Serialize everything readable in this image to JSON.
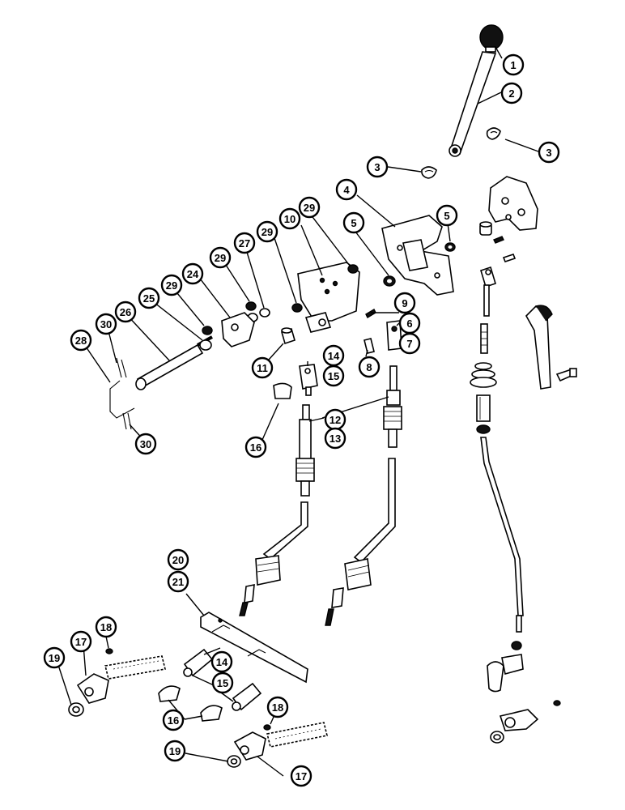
{
  "callouts": [
    {
      "id": "c1",
      "label": "1"
    },
    {
      "id": "c2",
      "label": "2"
    },
    {
      "id": "c3a",
      "label": "3"
    },
    {
      "id": "c3b",
      "label": "3"
    },
    {
      "id": "c4",
      "label": "4"
    },
    {
      "id": "c5a",
      "label": "5"
    },
    {
      "id": "c5b",
      "label": "5"
    },
    {
      "id": "c6",
      "label": "6"
    },
    {
      "id": "c7",
      "label": "7"
    },
    {
      "id": "c8",
      "label": "8"
    },
    {
      "id": "c9",
      "label": "9"
    },
    {
      "id": "c10",
      "label": "10"
    },
    {
      "id": "c11",
      "label": "11"
    },
    {
      "id": "c12",
      "label": "12"
    },
    {
      "id": "c13",
      "label": "13"
    },
    {
      "id": "c14a",
      "label": "14"
    },
    {
      "id": "c15a",
      "label": "15"
    },
    {
      "id": "c16a",
      "label": "16"
    },
    {
      "id": "c14b",
      "label": "14"
    },
    {
      "id": "c15b",
      "label": "15"
    },
    {
      "id": "c16b",
      "label": "16"
    },
    {
      "id": "c17a",
      "label": "17"
    },
    {
      "id": "c17b",
      "label": "17"
    },
    {
      "id": "c18a",
      "label": "18"
    },
    {
      "id": "c18b",
      "label": "18"
    },
    {
      "id": "c19a",
      "label": "19"
    },
    {
      "id": "c19b",
      "label": "19"
    },
    {
      "id": "c20",
      "label": "20"
    },
    {
      "id": "c21",
      "label": "21"
    },
    {
      "id": "c24",
      "label": "24"
    },
    {
      "id": "c25",
      "label": "25"
    },
    {
      "id": "c26",
      "label": "26"
    },
    {
      "id": "c27",
      "label": "27"
    },
    {
      "id": "c28",
      "label": "28"
    },
    {
      "id": "c29a",
      "label": "29"
    },
    {
      "id": "c29b",
      "label": "29"
    },
    {
      "id": "c29c",
      "label": "29"
    },
    {
      "id": "c29d",
      "label": "29"
    },
    {
      "id": "c29e",
      "label": "29"
    },
    {
      "id": "c30a",
      "label": "30"
    },
    {
      "id": "c30b",
      "label": "30"
    }
  ]
}
